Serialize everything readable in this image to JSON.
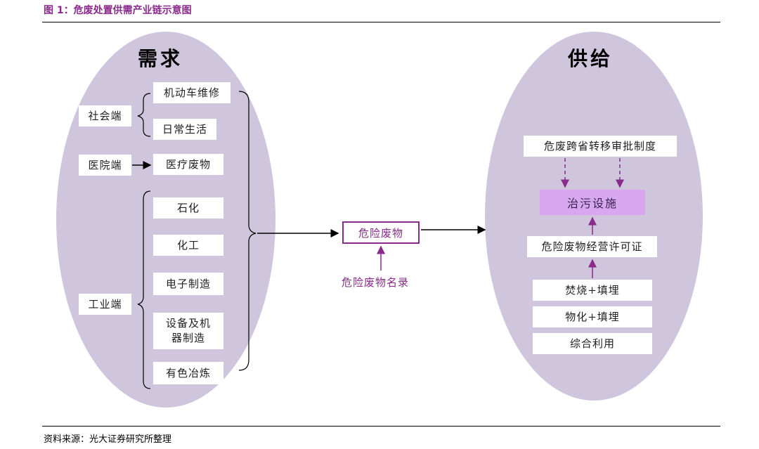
{
  "figure": {
    "title": "图 1：危废处置供需产业链示意图",
    "source": "资料来源：光大证券研究所整理"
  },
  "demand": {
    "heading": "需求",
    "groups": {
      "social": "社会端",
      "hospital": "医院端",
      "industry": "工业端"
    },
    "items": {
      "vehicle_repair": "机动车维修",
      "daily_life": "日常生活",
      "medical_waste": "医疗废物",
      "petrochemical": "石化",
      "chemical": "化工",
      "electronics": "电子制造",
      "equipment": "设备及机\n器制造",
      "nonferrous": "有色冶炼"
    }
  },
  "center": {
    "hazardous_waste": "危险废物",
    "catalog": "危险废物名录"
  },
  "supply": {
    "heading": "供给",
    "transfer_approval": "危废跨省转移审批制度",
    "facility": "治污设施",
    "license": "危险废物经营许可证",
    "methods": {
      "incineration": "焚烧+填埋",
      "physicochemical": "物化+填埋",
      "utilization": "综合利用"
    }
  },
  "colors": {
    "ellipse": "#cfc5dd",
    "accent": "#8a2a8a",
    "facility": "#d7a8ef"
  }
}
